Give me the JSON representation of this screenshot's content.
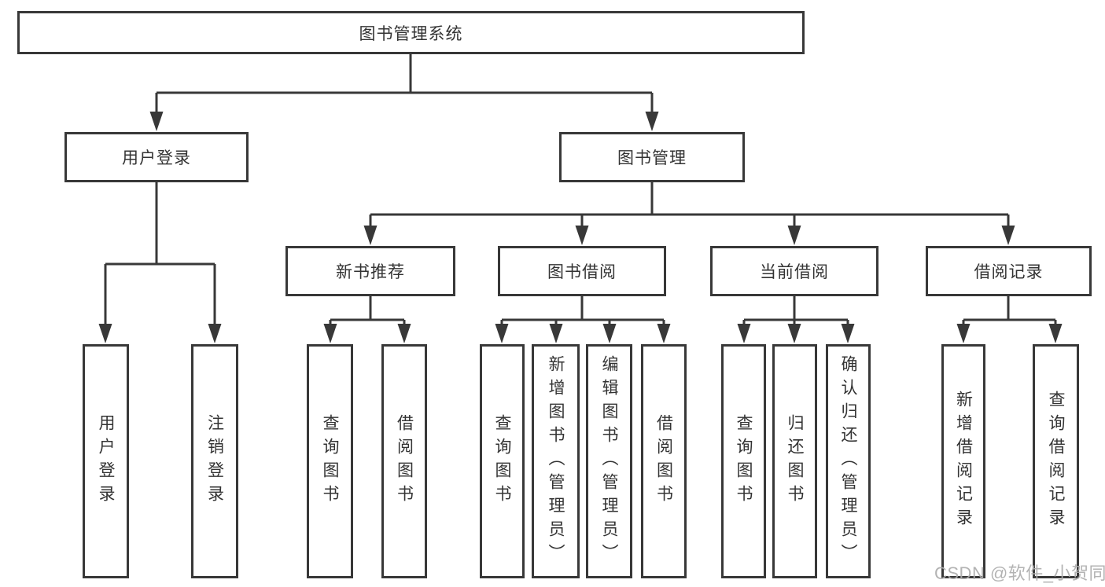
{
  "root": {
    "label": "图书管理系统"
  },
  "branches": {
    "user_login": {
      "label": "用户登录",
      "children": [
        "用户登录",
        "注销登录"
      ]
    },
    "book_mgmt": {
      "label": "图书管理",
      "groups": [
        {
          "label": "新书推荐",
          "children": [
            "查询图书",
            "借阅图书"
          ]
        },
        {
          "label": "图书借阅",
          "children": [
            "查询图书",
            "新增图书（管理员）",
            "编辑图书（管理员）",
            "借阅图书"
          ]
        },
        {
          "label": "当前借阅",
          "children": [
            "查询图书",
            "归还图书",
            "确认归还（管理员）"
          ]
        },
        {
          "label": "借阅记录",
          "children": [
            "新增借阅记录",
            "查询借阅记录"
          ]
        }
      ]
    }
  },
  "watermark": "CSDN @软件_小贺同学",
  "colors": {
    "line": "#383838",
    "text": "#333333",
    "watermark": "#adadad",
    "background": "#ffffff"
  }
}
